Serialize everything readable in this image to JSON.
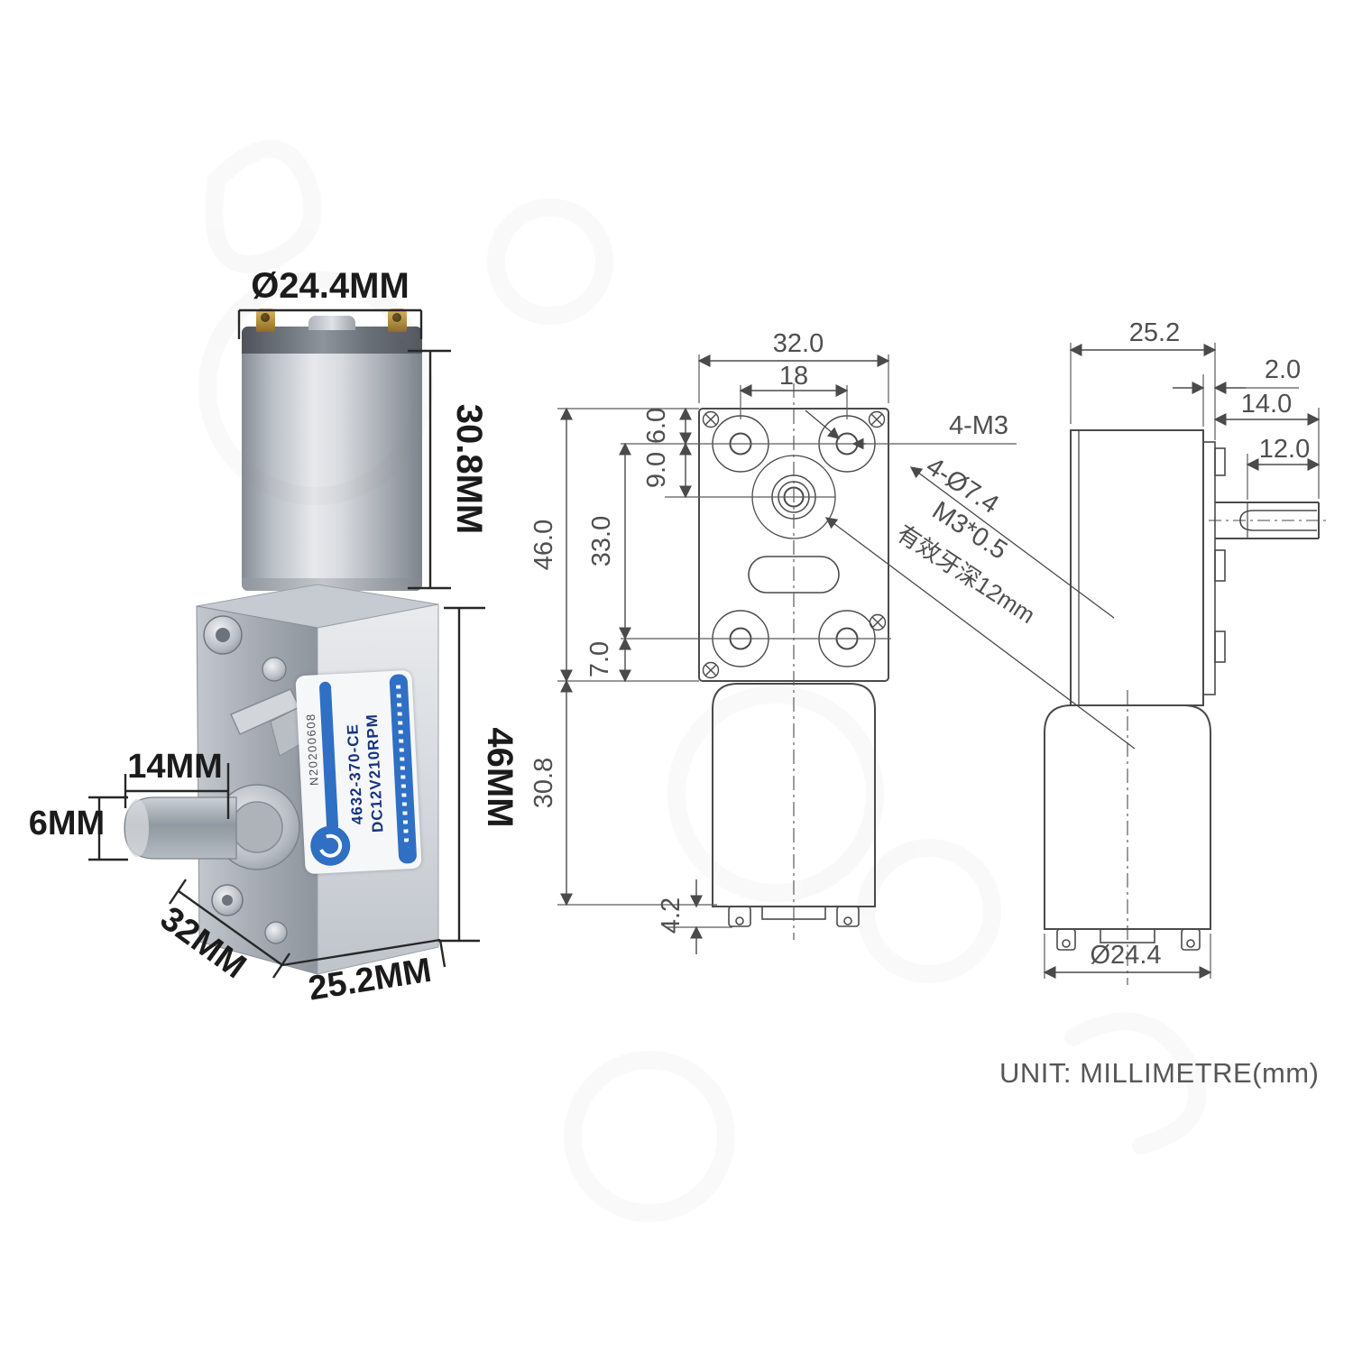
{
  "photo": {
    "dims": {
      "diameter": "Ø24.4MM",
      "motor_height": "30.8MM",
      "gear_height": "46MM",
      "shaft_length": "14MM",
      "shaft_diameter": "6MM",
      "width": "32MM",
      "depth": "25.2MM"
    },
    "label": {
      "serial": "N20200608",
      "model": "4632-370-CE",
      "spec": "DC12V210RPM"
    }
  },
  "front_view": {
    "dims": {
      "width": "32.0",
      "hole_span_x": "18",
      "height": "46.0",
      "hole_span_y": "33.0",
      "edge_to_hole": "6.0",
      "hole_to_shaft": "9.0",
      "hole_to_edge": "7.0",
      "motor_length": "30.8",
      "terminal_height": "4.2"
    },
    "notes": {
      "corner_screws": "4-M3",
      "mount_holes": "4-Ø7.4",
      "shaft_thread": "M3*0.5",
      "thread_depth": "有效牙深12mm"
    }
  },
  "side_view": {
    "dims": {
      "depth": "25.2",
      "plate_thickness": "2.0",
      "shaft_length": "14.0",
      "shaft_flat": "12.0",
      "motor_diameter": "Ø24.4"
    }
  },
  "footer": {
    "unit_note": "UNIT: MILLIMETRE(mm)"
  }
}
